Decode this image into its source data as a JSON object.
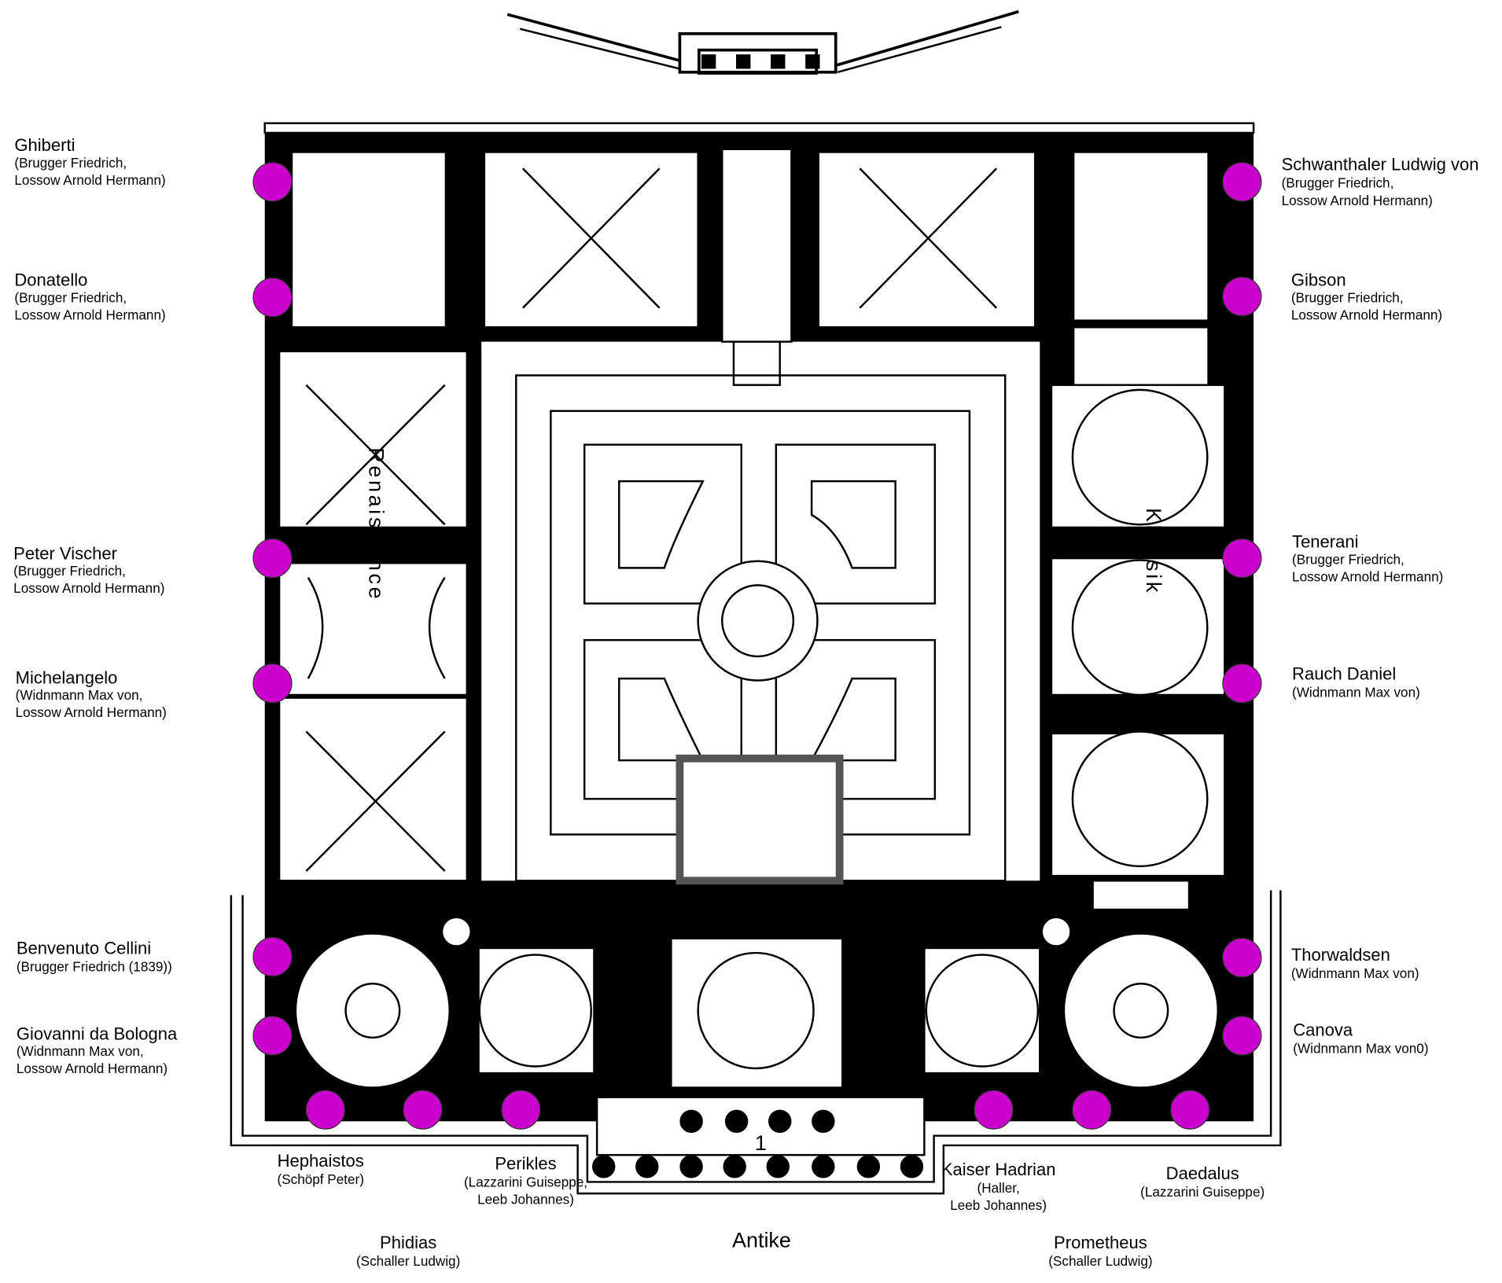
{
  "sections": {
    "renaissance": "Renaissance",
    "klassik": "Klassik",
    "antike": "Antike"
  },
  "colors": {
    "marker": "#cc00cc",
    "wall": "#000000"
  },
  "halls": {
    "left": [
      {
        "name": "Ghiberti",
        "line1": "(Brugger Friedrich,",
        "line2": "Lossow Arnold Hermann)"
      },
      {
        "name": "Donatello",
        "line1": "(Brugger Friedrich,",
        "line2": "Lossow Arnold Hermann)"
      },
      {
        "name": "Peter Vischer",
        "line1": "(Brugger Friedrich,",
        "line2": "Lossow Arnold Hermann)"
      },
      {
        "name": "Michelangelo",
        "line1": "(Widnmann Max von,",
        "line2": "Lossow Arnold Hermann)"
      },
      {
        "name": "Benvenuto Cellini",
        "line1": "(Brugger Friedrich (1839))"
      },
      {
        "name": "Giovanni da Bologna",
        "line1": "(Widnmann Max von,",
        "line2": "Lossow Arnold Hermann)"
      }
    ],
    "right": [
      {
        "name": "Schwanthaler Ludwig von",
        "line1": "(Brugger Friedrich,",
        "line2": "Lossow Arnold Hermann)"
      },
      {
        "name": "Gibson",
        "line1": "(Brugger Friedrich,",
        "line2": "Lossow Arnold Hermann)"
      },
      {
        "name": "Tenerani",
        "line1": "(Brugger Friedrich,",
        "line2": "Lossow Arnold Hermann)"
      },
      {
        "name": "Rauch Daniel",
        "line1": "(Widnmann Max von)"
      },
      {
        "name": "Thorwaldsen",
        "line1": "(Widnmann Max von)"
      },
      {
        "name": "Canova",
        "line1": "(Widnmann Max von0)"
      }
    ],
    "bottom": [
      {
        "name": "Hephaistos",
        "line1": "(Schöpf Peter)"
      },
      {
        "name": "Perikles",
        "line1": "(Lazzarini Guiseppe,",
        "line2": "Leeb Johannes)"
      },
      {
        "name": "Kaiser Hadrian",
        "line1": "(Haller,",
        "line2": "Leeb Johannes)"
      },
      {
        "name": "Daedalus",
        "line1": "(Lazzarini Guiseppe)"
      },
      {
        "name": "Phidias",
        "line1": "(Schaller Ludwig)"
      },
      {
        "name": "Prometheus",
        "line1": "(Schaller Ludwig)"
      }
    ]
  },
  "plan_number": "1"
}
